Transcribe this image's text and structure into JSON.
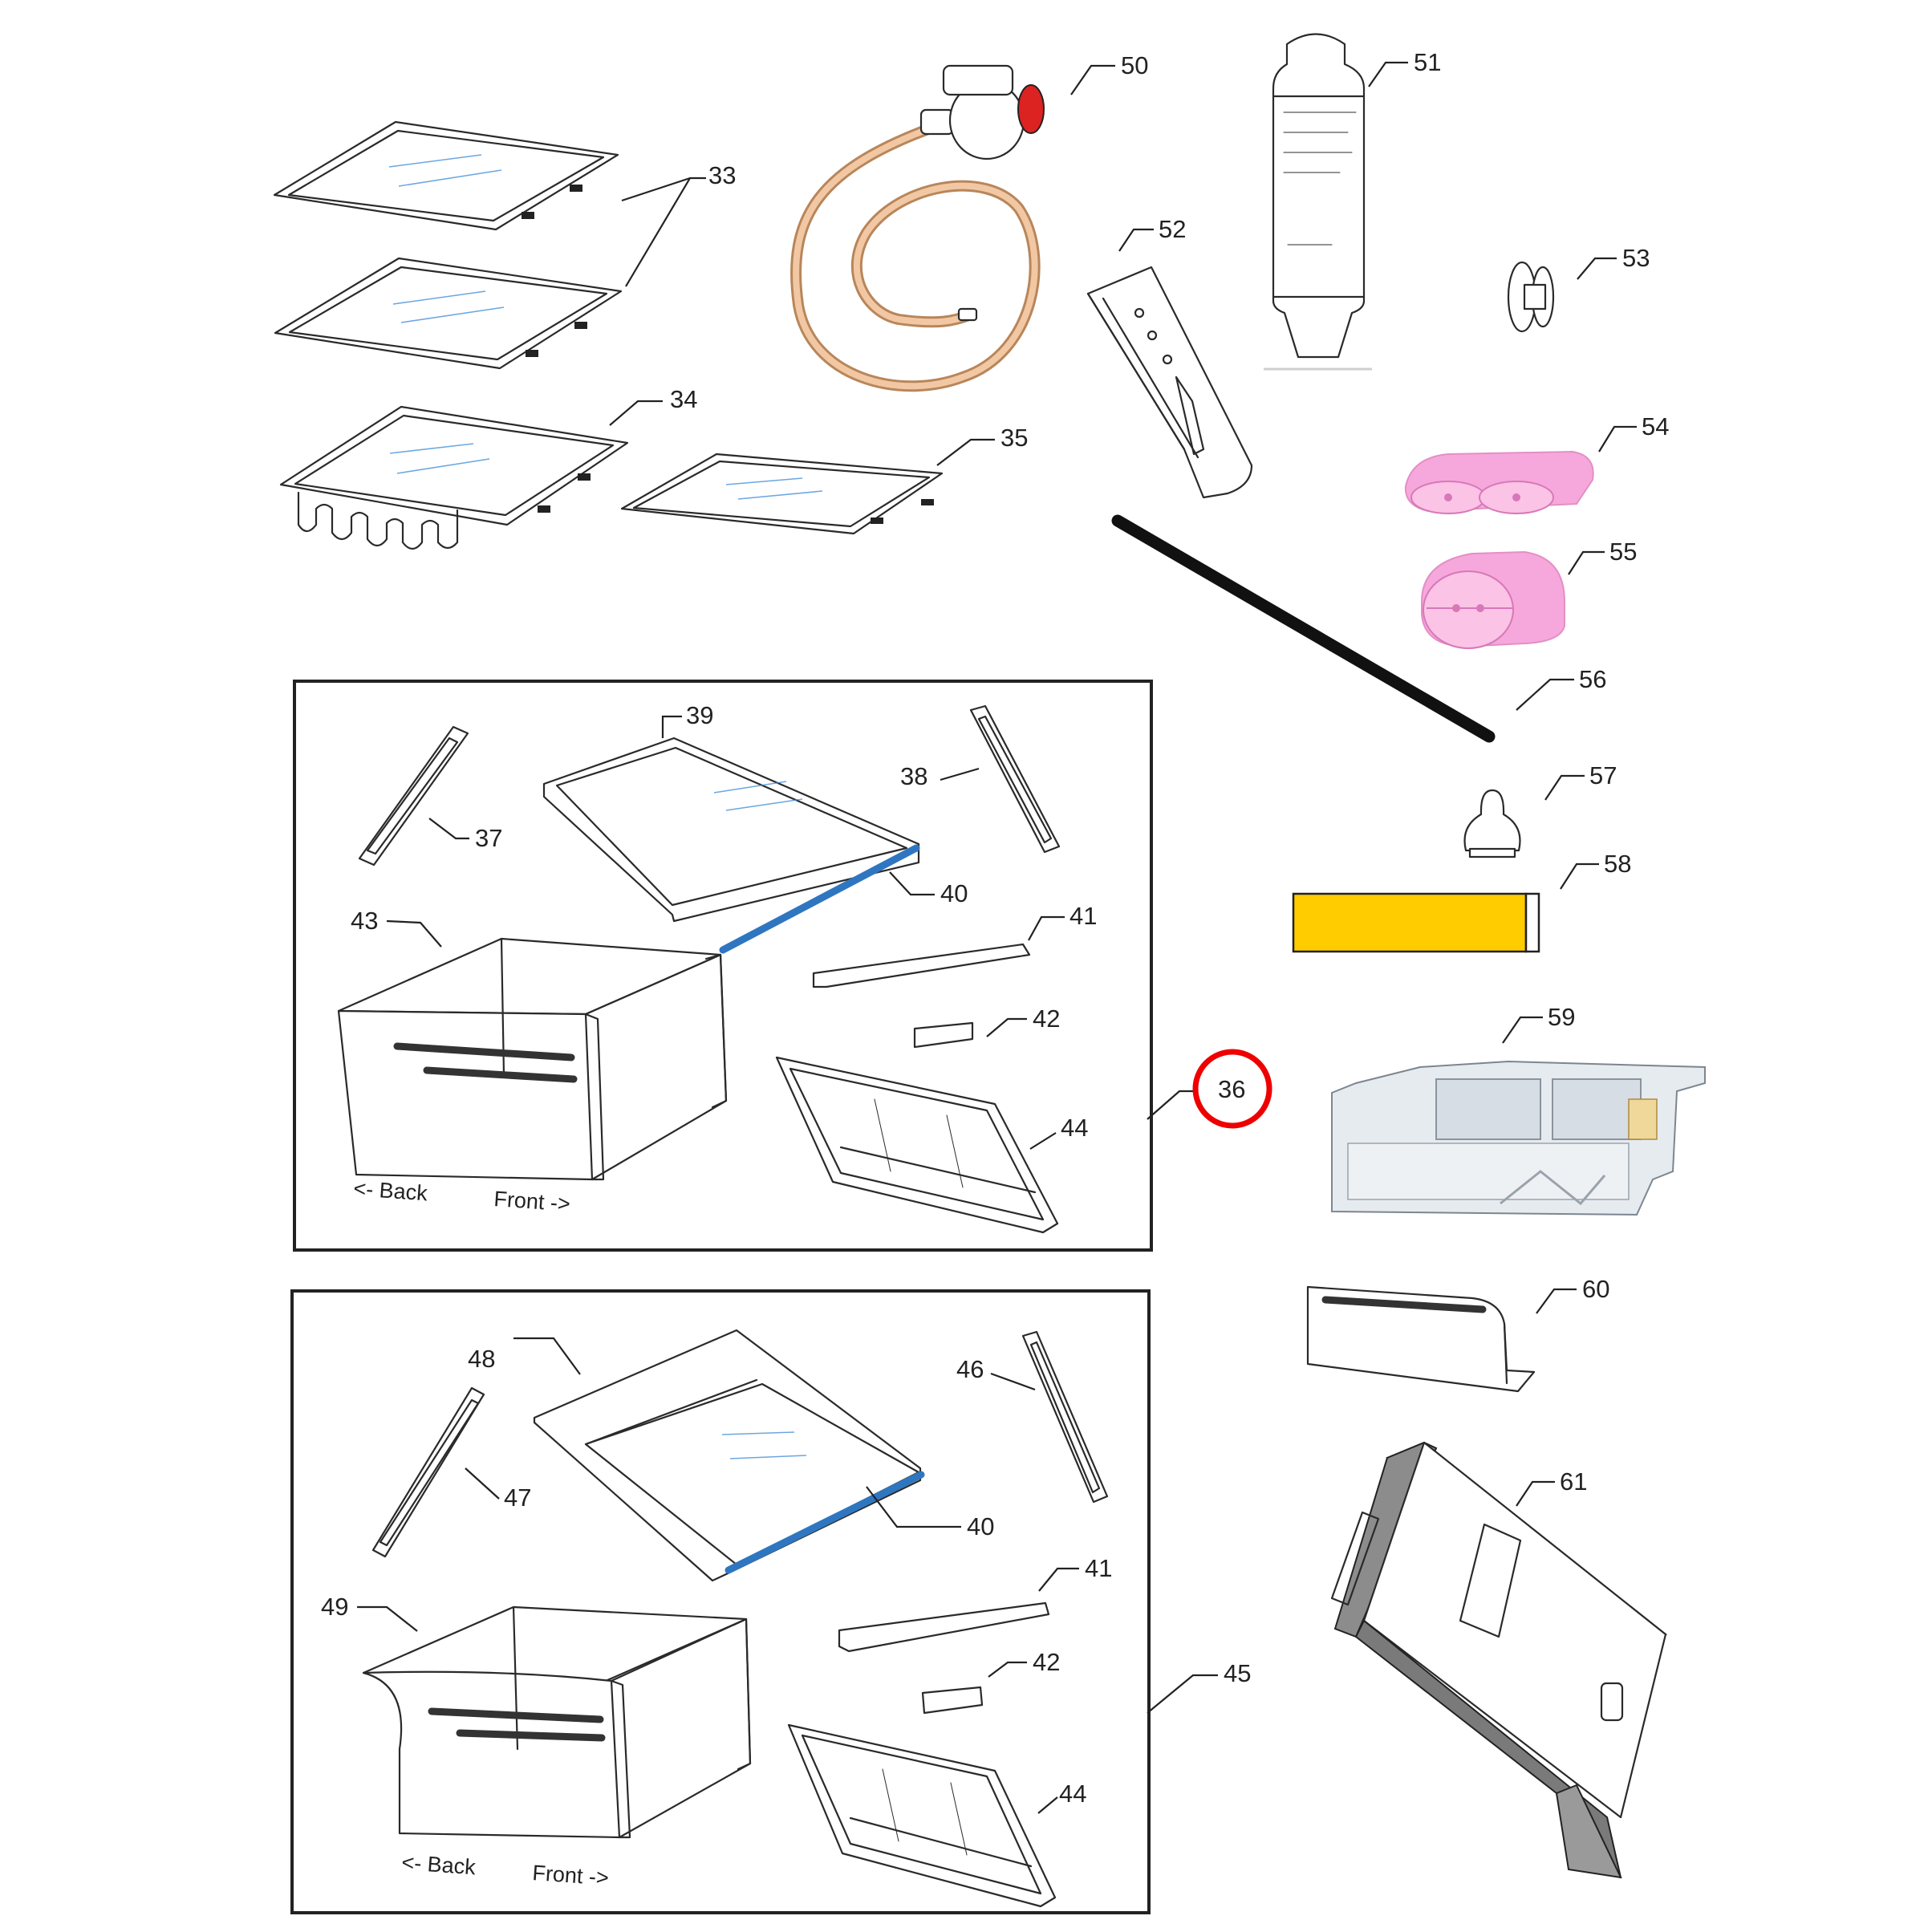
{
  "labels": {
    "p33": "33",
    "p34": "34",
    "p35": "35",
    "p36": "36",
    "p37": "37",
    "p38": "38",
    "p39": "39",
    "p40a": "40",
    "p40b": "40",
    "p41a": "41",
    "p41b": "41",
    "p42a": "42",
    "p42b": "42",
    "p43": "43",
    "p44a": "44",
    "p44b": "44",
    "p45": "45",
    "p46": "46",
    "p47": "47",
    "p48": "48",
    "p49": "49",
    "p50": "50",
    "p51": "51",
    "p52": "52",
    "p53": "53",
    "p54": "54",
    "p55": "55",
    "p56": "56",
    "p57": "57",
    "p58": "58",
    "p59": "59",
    "p60": "60",
    "p61": "61"
  },
  "drawer_captions": {
    "upper_back": "<- Back",
    "upper_front": "Front ->",
    "lower_back": "<- Back",
    "lower_front": "Front ->"
  },
  "highlight": {
    "part": "36",
    "color": "#ee0000"
  },
  "colors": {
    "line": "#222222",
    "glass_tint": "#3c8ad6",
    "seal_strip": "#2f76c0",
    "hose": "#e8b88e",
    "valve_knob": "#dd2222",
    "foam_pink": "#f6a8dc",
    "tape_yellow": "#ffcc00",
    "tray_gray": "#8c8c8c"
  },
  "icons": {
    "shelf": "glass-shelf-icon",
    "valve": "water-valve-icon",
    "filter": "water-filter-icon",
    "drawer": "crisper-drawer-icon",
    "icemaker": "ice-maker-icon"
  }
}
